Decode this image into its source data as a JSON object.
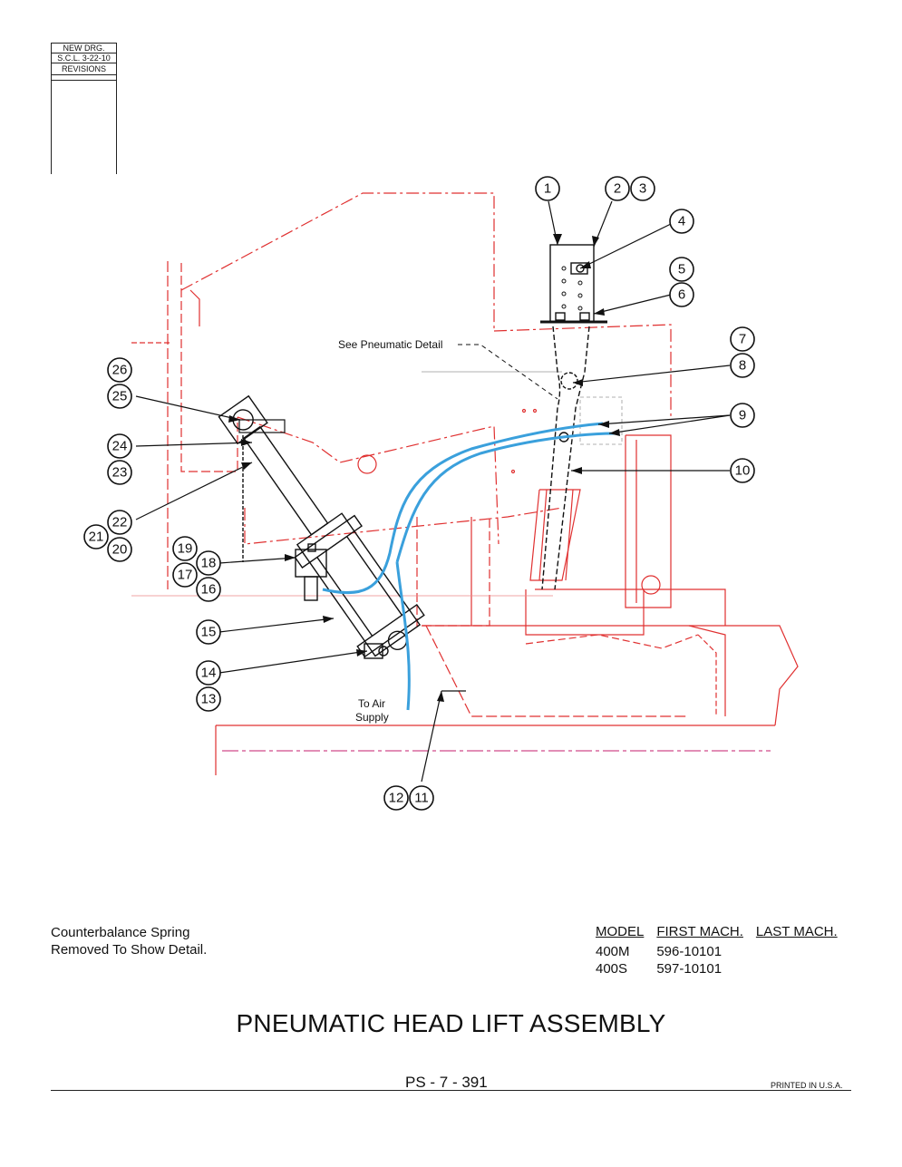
{
  "revision_box": {
    "lines": [
      "NEW DRG.",
      "S.C.L. 3-22-10"
    ],
    "label": "REVISIONS"
  },
  "diagram": {
    "annotations": {
      "see_detail": "See Pneumatic Detail",
      "air_supply_line1": "To Air",
      "air_supply_line2": "Supply"
    },
    "callouts": [
      "1",
      "2",
      "3",
      "4",
      "5",
      "6",
      "7",
      "8",
      "9",
      "10",
      "11",
      "12",
      "13",
      "14",
      "15",
      "16",
      "17",
      "18",
      "19",
      "20",
      "21",
      "22",
      "23",
      "24",
      "25",
      "26"
    ],
    "colors": {
      "machine_outline": "#e03030",
      "hose": "#3aa0dc",
      "parts": "#111111"
    }
  },
  "note": {
    "line1": "Counterbalance Spring",
    "line2": "Removed To Show Detail."
  },
  "model_table": {
    "headers": [
      "MODEL",
      "FIRST MACH.",
      "LAST MACH."
    ],
    "rows": [
      [
        "400M",
        "596-10101",
        ""
      ],
      [
        "400S",
        "597-10101",
        ""
      ]
    ]
  },
  "title": "PNEUMATIC HEAD LIFT ASSEMBLY",
  "page_number": "PS - 7 - 391",
  "printed": "PRINTED IN U.S.A."
}
